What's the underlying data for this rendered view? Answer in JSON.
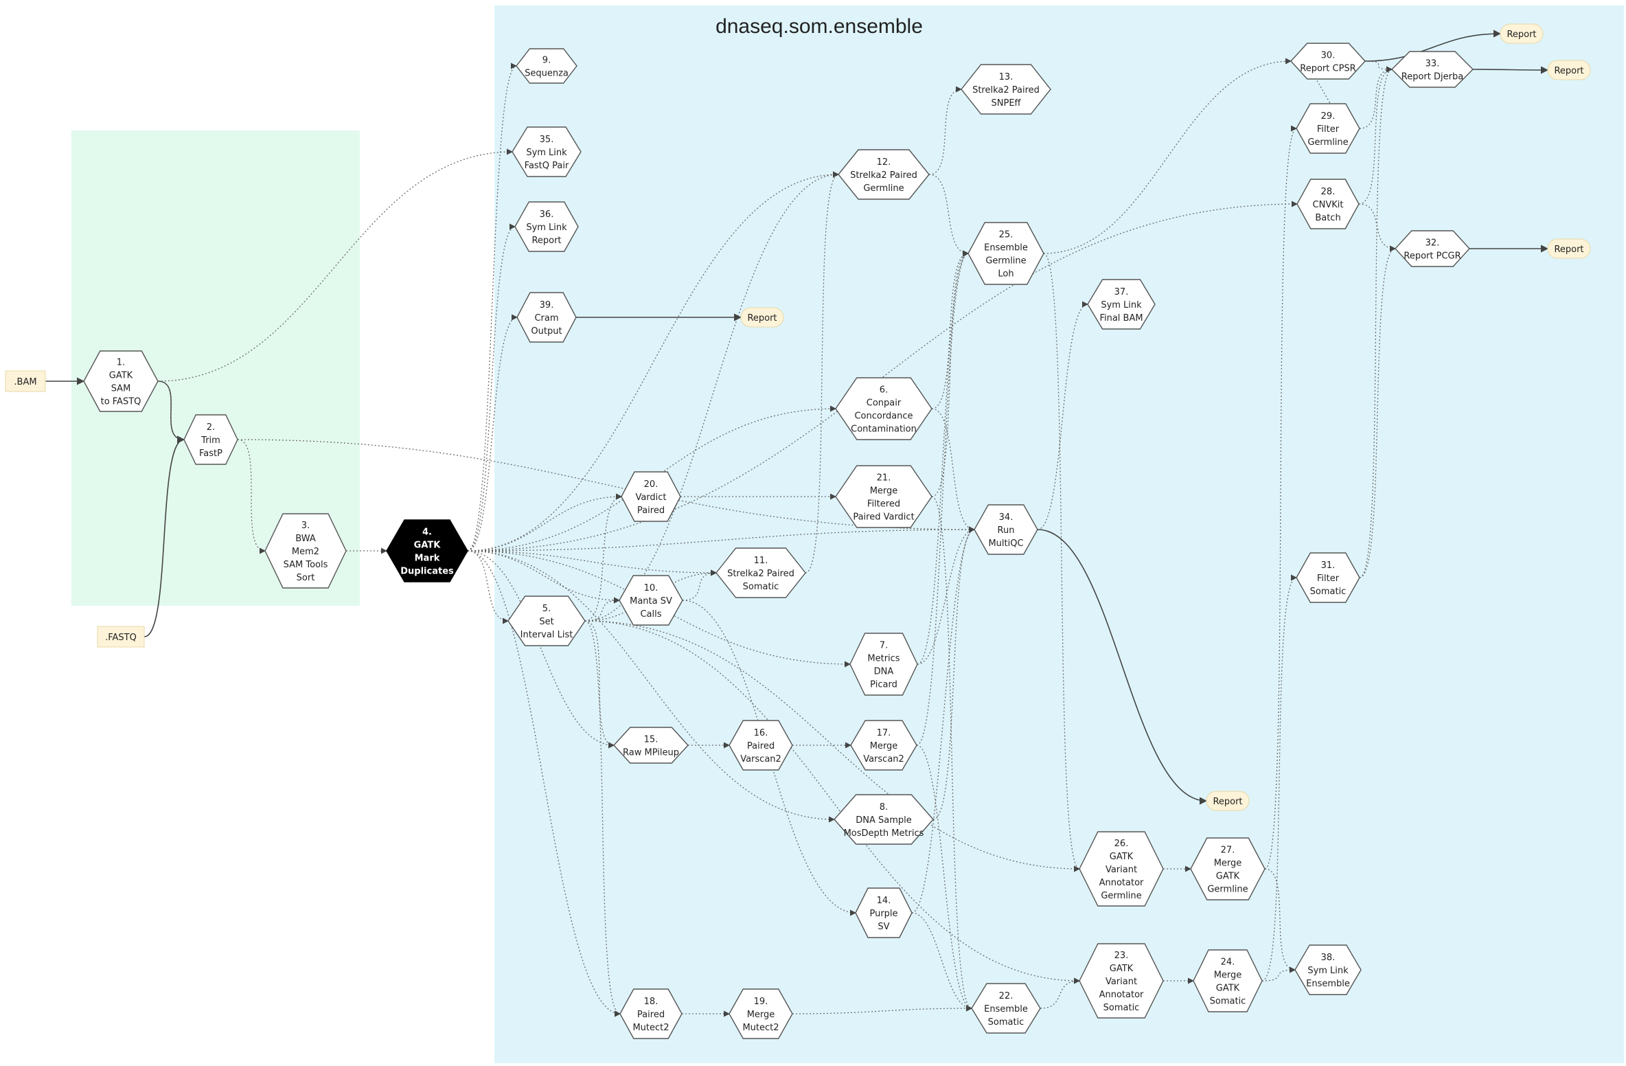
{
  "title": "dnaseq.som.ensemble",
  "colors": {
    "main_cluster": "#def4fa",
    "pre_cluster": "#e2f9ee",
    "node_fill": "#ffffff",
    "node_stroke": "#555555",
    "highlight_fill": "#000000",
    "report_fill": "#fdf3d8",
    "report_stroke": "#e8d9a8",
    "edge": "#6b6b6b"
  },
  "nodes": [
    {
      "id": "bam",
      "lines": [
        ".BAM"
      ],
      "shape": "input"
    },
    {
      "id": "fastq",
      "lines": [
        ".FASTQ"
      ],
      "shape": "input"
    },
    {
      "id": "n1",
      "lines": [
        "1.",
        "GATK",
        "SAM",
        "to FASTQ"
      ]
    },
    {
      "id": "n2",
      "lines": [
        "2.",
        "Trim",
        "FastP"
      ]
    },
    {
      "id": "n3",
      "lines": [
        "3.",
        "BWA",
        "Mem2",
        "SAM Tools",
        "Sort"
      ]
    },
    {
      "id": "n4",
      "lines": [
        "4.",
        "GATK",
        "Mark",
        "Duplicates"
      ],
      "highlight": true
    },
    {
      "id": "n5",
      "lines": [
        "5.",
        "Set",
        "Interval List"
      ]
    },
    {
      "id": "n6",
      "lines": [
        "6.",
        "Conpair",
        "Concordance",
        "Contamination"
      ]
    },
    {
      "id": "n7",
      "lines": [
        "7.",
        "Metrics",
        "DNA",
        "Picard"
      ]
    },
    {
      "id": "n8",
      "lines": [
        "8.",
        "DNA Sample",
        "MosDepth Metrics"
      ]
    },
    {
      "id": "n9",
      "lines": [
        "9.",
        "Sequenza"
      ]
    },
    {
      "id": "n10",
      "lines": [
        "10.",
        "Manta SV",
        "Calls"
      ]
    },
    {
      "id": "n11",
      "lines": [
        "11.",
        "Strelka2 Paired",
        "Somatic"
      ]
    },
    {
      "id": "n12",
      "lines": [
        "12.",
        "Strelka2 Paired",
        "Germline"
      ]
    },
    {
      "id": "n13",
      "lines": [
        "13.",
        "Strelka2 Paired",
        "SNPEff"
      ]
    },
    {
      "id": "n14",
      "lines": [
        "14.",
        "Purple",
        "SV"
      ]
    },
    {
      "id": "n15",
      "lines": [
        "15.",
        "Raw MPileup"
      ]
    },
    {
      "id": "n16",
      "lines": [
        "16.",
        "Paired",
        "Varscan2"
      ]
    },
    {
      "id": "n17",
      "lines": [
        "17.",
        "Merge",
        "Varscan2"
      ]
    },
    {
      "id": "n18",
      "lines": [
        "18.",
        "Paired",
        "Mutect2"
      ]
    },
    {
      "id": "n19",
      "lines": [
        "19.",
        "Merge",
        "Mutect2"
      ]
    },
    {
      "id": "n20",
      "lines": [
        "20.",
        "Vardict",
        "Paired"
      ]
    },
    {
      "id": "n21",
      "lines": [
        "21.",
        "Merge",
        "Filtered",
        "Paired Vardict"
      ]
    },
    {
      "id": "n22",
      "lines": [
        "22.",
        "Ensemble",
        "Somatic"
      ]
    },
    {
      "id": "n23",
      "lines": [
        "23.",
        "GATK",
        "Variant",
        "Annotator",
        "Somatic"
      ]
    },
    {
      "id": "n24",
      "lines": [
        "24.",
        "Merge",
        "GATK",
        "Somatic"
      ]
    },
    {
      "id": "n25",
      "lines": [
        "25.",
        "Ensemble",
        "Germline",
        "Loh"
      ]
    },
    {
      "id": "n26",
      "lines": [
        "26.",
        "GATK",
        "Variant",
        "Annotator",
        "Germline"
      ]
    },
    {
      "id": "n27",
      "lines": [
        "27.",
        "Merge",
        "GATK",
        "Germline"
      ]
    },
    {
      "id": "n28",
      "lines": [
        "28.",
        "CNVKit",
        "Batch"
      ]
    },
    {
      "id": "n29",
      "lines": [
        "29.",
        "Filter",
        "Germline"
      ]
    },
    {
      "id": "n30",
      "lines": [
        "30.",
        "Report CPSR"
      ]
    },
    {
      "id": "n31",
      "lines": [
        "31.",
        "Filter",
        "Somatic"
      ]
    },
    {
      "id": "n32",
      "lines": [
        "32.",
        "Report PCGR"
      ]
    },
    {
      "id": "n33",
      "lines": [
        "33.",
        "Report Djerba"
      ]
    },
    {
      "id": "n34",
      "lines": [
        "34.",
        "Run",
        "MultiQC"
      ]
    },
    {
      "id": "n35",
      "lines": [
        "35.",
        "Sym Link",
        "FastQ Pair"
      ]
    },
    {
      "id": "n36",
      "lines": [
        "36.",
        "Sym Link",
        "Report"
      ]
    },
    {
      "id": "n37",
      "lines": [
        "37.",
        "Sym Link",
        "Final BAM"
      ]
    },
    {
      "id": "n38",
      "lines": [
        "38.",
        "Sym Link",
        "Ensemble"
      ]
    },
    {
      "id": "n39",
      "lines": [
        "39.",
        "Cram",
        "Output"
      ]
    },
    {
      "id": "r39",
      "lines": [
        "Report"
      ],
      "shape": "report"
    },
    {
      "id": "r30",
      "lines": [
        "Report"
      ],
      "shape": "report"
    },
    {
      "id": "r33",
      "lines": [
        "Report"
      ],
      "shape": "report"
    },
    {
      "id": "r32",
      "lines": [
        "Report"
      ],
      "shape": "report"
    },
    {
      "id": "r34",
      "lines": [
        "Report"
      ],
      "shape": "report"
    }
  ],
  "edges": [
    {
      "from": "bam",
      "to": "n1",
      "style": "solid"
    },
    {
      "from": "fastq",
      "to": "n2",
      "style": "solid"
    },
    {
      "from": "n1",
      "to": "n2",
      "style": "solid"
    },
    {
      "from": "n1",
      "to": "n35",
      "style": "dotted"
    },
    {
      "from": "n1",
      "to": "n2",
      "style": "dotted"
    },
    {
      "from": "n2",
      "to": "n3",
      "style": "dotted"
    },
    {
      "from": "n2",
      "to": "n34",
      "style": "dotted"
    },
    {
      "from": "n3",
      "to": "n4",
      "style": "dotted"
    },
    {
      "from": "n4",
      "to": "n9",
      "style": "dotted"
    },
    {
      "from": "n4",
      "to": "n36",
      "style": "dotted"
    },
    {
      "from": "n4",
      "to": "n39",
      "style": "dotted"
    },
    {
      "from": "n4",
      "to": "n12",
      "style": "dotted"
    },
    {
      "from": "n4",
      "to": "n6",
      "style": "dotted"
    },
    {
      "from": "n4",
      "to": "n20",
      "style": "dotted"
    },
    {
      "from": "n4",
      "to": "n11",
      "style": "dotted"
    },
    {
      "from": "n4",
      "to": "n10",
      "style": "dotted"
    },
    {
      "from": "n4",
      "to": "n5",
      "style": "dotted"
    },
    {
      "from": "n4",
      "to": "n7",
      "style": "dotted"
    },
    {
      "from": "n4",
      "to": "n15",
      "style": "dotted"
    },
    {
      "from": "n4",
      "to": "n8",
      "style": "dotted"
    },
    {
      "from": "n4",
      "to": "n18",
      "style": "dotted"
    },
    {
      "from": "n4",
      "to": "n34",
      "style": "dotted"
    },
    {
      "from": "n5",
      "to": "n12",
      "style": "dotted"
    },
    {
      "from": "n5",
      "to": "n20",
      "style": "dotted"
    },
    {
      "from": "n5",
      "to": "n10",
      "style": "dotted"
    },
    {
      "from": "n5",
      "to": "n11",
      "style": "dotted"
    },
    {
      "from": "n5",
      "to": "n15",
      "style": "dotted"
    },
    {
      "from": "n5",
      "to": "n18",
      "style": "dotted"
    },
    {
      "from": "n5",
      "to": "n26",
      "style": "dotted"
    },
    {
      "from": "n5",
      "to": "n23",
      "style": "dotted"
    },
    {
      "from": "n39",
      "to": "r39",
      "style": "solid"
    },
    {
      "from": "n20",
      "to": "n21",
      "style": "dotted"
    },
    {
      "from": "n10",
      "to": "n11",
      "style": "dotted"
    },
    {
      "from": "n10",
      "to": "n14",
      "style": "dotted"
    },
    {
      "from": "n11",
      "to": "n12",
      "style": "dotted"
    },
    {
      "from": "n15",
      "to": "n16",
      "style": "dotted"
    },
    {
      "from": "n16",
      "to": "n17",
      "style": "dotted"
    },
    {
      "from": "n18",
      "to": "n19",
      "style": "dotted"
    },
    {
      "from": "n19",
      "to": "n22",
      "style": "dotted"
    },
    {
      "from": "n12",
      "to": "n13",
      "style": "dotted"
    },
    {
      "from": "n12",
      "to": "n25",
      "style": "dotted"
    },
    {
      "from": "n6",
      "to": "n34",
      "style": "dotted"
    },
    {
      "from": "n6",
      "to": "n25",
      "style": "dotted"
    },
    {
      "from": "n7",
      "to": "n34",
      "style": "dotted"
    },
    {
      "from": "n7",
      "to": "n25",
      "style": "dotted"
    },
    {
      "from": "n8",
      "to": "n34",
      "style": "dotted"
    },
    {
      "from": "n21",
      "to": "n25",
      "style": "dotted"
    },
    {
      "from": "n21",
      "to": "n22",
      "style": "dotted"
    },
    {
      "from": "n17",
      "to": "n22",
      "style": "dotted"
    },
    {
      "from": "n17",
      "to": "n25",
      "style": "dotted"
    },
    {
      "from": "n14",
      "to": "n34",
      "style": "dotted"
    },
    {
      "from": "n14",
      "to": "n22",
      "style": "dotted"
    },
    {
      "from": "n22",
      "to": "n23",
      "style": "dotted"
    },
    {
      "from": "n25",
      "to": "n26",
      "style": "dotted"
    },
    {
      "from": "n25",
      "to": "n30",
      "style": "dotted"
    },
    {
      "from": "n23",
      "to": "n24",
      "style": "dotted"
    },
    {
      "from": "n26",
      "to": "n27",
      "style": "dotted"
    },
    {
      "from": "n24",
      "to": "n38",
      "style": "dotted"
    },
    {
      "from": "n24",
      "to": "n31",
      "style": "dotted"
    },
    {
      "from": "n27",
      "to": "n38",
      "style": "dotted"
    },
    {
      "from": "n27",
      "to": "n29",
      "style": "dotted"
    },
    {
      "from": "n28",
      "to": "n32",
      "style": "dotted"
    },
    {
      "from": "n28",
      "to": "n33",
      "style": "dotted"
    },
    {
      "from": "n29",
      "to": "n30",
      "style": "dotted"
    },
    {
      "from": "n29",
      "to": "n33",
      "style": "dotted"
    },
    {
      "from": "n30",
      "to": "n33",
      "style": "dotted"
    },
    {
      "from": "n31",
      "to": "n32",
      "style": "dotted"
    },
    {
      "from": "n31",
      "to": "n33",
      "style": "dotted"
    },
    {
      "from": "n34",
      "to": "n37",
      "style": "dotted"
    },
    {
      "from": "n34",
      "to": "r34",
      "style": "solid"
    },
    {
      "from": "n30",
      "to": "r30",
      "style": "solid"
    },
    {
      "from": "n33",
      "to": "r33",
      "style": "solid"
    },
    {
      "from": "n32",
      "to": "r32",
      "style": "solid"
    },
    {
      "from": "n4",
      "to": "n28",
      "style": "dotted"
    }
  ]
}
